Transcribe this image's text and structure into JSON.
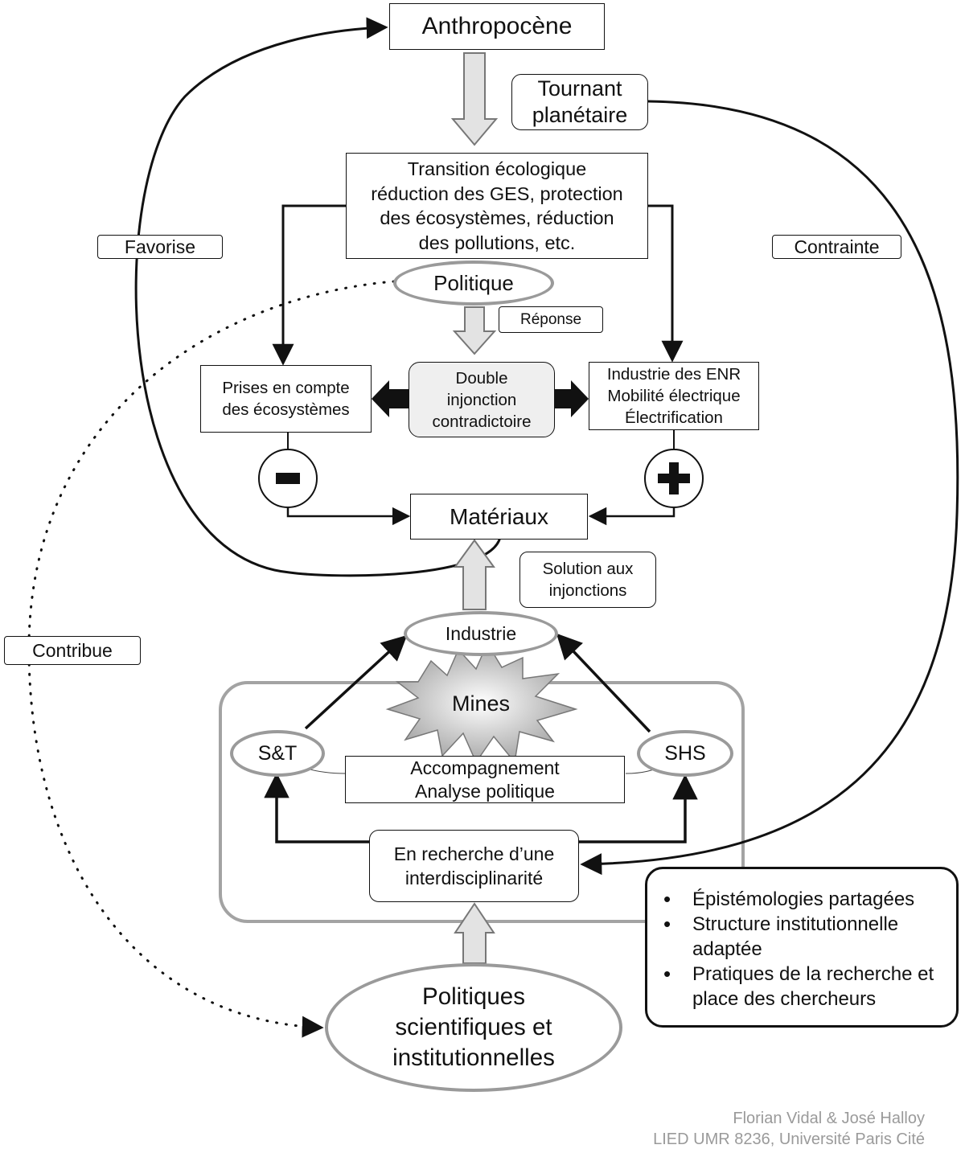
{
  "nodes": {
    "anthropocene": "Anthropocène",
    "tournant": [
      "Tournant",
      "planétaire"
    ],
    "transition": [
      "Transition écologique",
      "réduction des GES, protection",
      "des écosystèmes, réduction",
      "des pollutions, etc."
    ],
    "politique": "Politique",
    "reponse": "Réponse",
    "prises": [
      "Prises en compte",
      "des écosystèmes"
    ],
    "double": [
      "Double",
      "injonction",
      "contradictoire"
    ],
    "industrie_enr": [
      "Industrie des ENR",
      "Mobilité électrique",
      "Électrification"
    ],
    "materiaux": "Matériaux",
    "solution": [
      "Solution aux",
      "injonctions"
    ],
    "industrie": "Industrie",
    "mines": "Mines",
    "st": "S&T",
    "shs": "SHS",
    "accompagnement": [
      "Accompagnement",
      "Analyse politique"
    ],
    "recherche": [
      "En recherche d’une",
      "interdisciplinarité"
    ],
    "politiques": [
      "Politiques",
      "scientifiques et",
      "institutionnelles"
    ]
  },
  "edge_labels": {
    "favorise": "Favorise",
    "contrainte": "Contrainte",
    "contribue": "Contribue"
  },
  "principles": [
    "Épistémologies partagées",
    "Structure institutionnelle adaptée",
    "Pratiques de la recherche et place des chercheurs"
  ],
  "credit": [
    "Florian Vidal & José Halloy",
    "LIED UMR 8236, Université Paris Cité"
  ],
  "icons": {
    "minus": "minus-icon",
    "plus": "plus-icon"
  }
}
